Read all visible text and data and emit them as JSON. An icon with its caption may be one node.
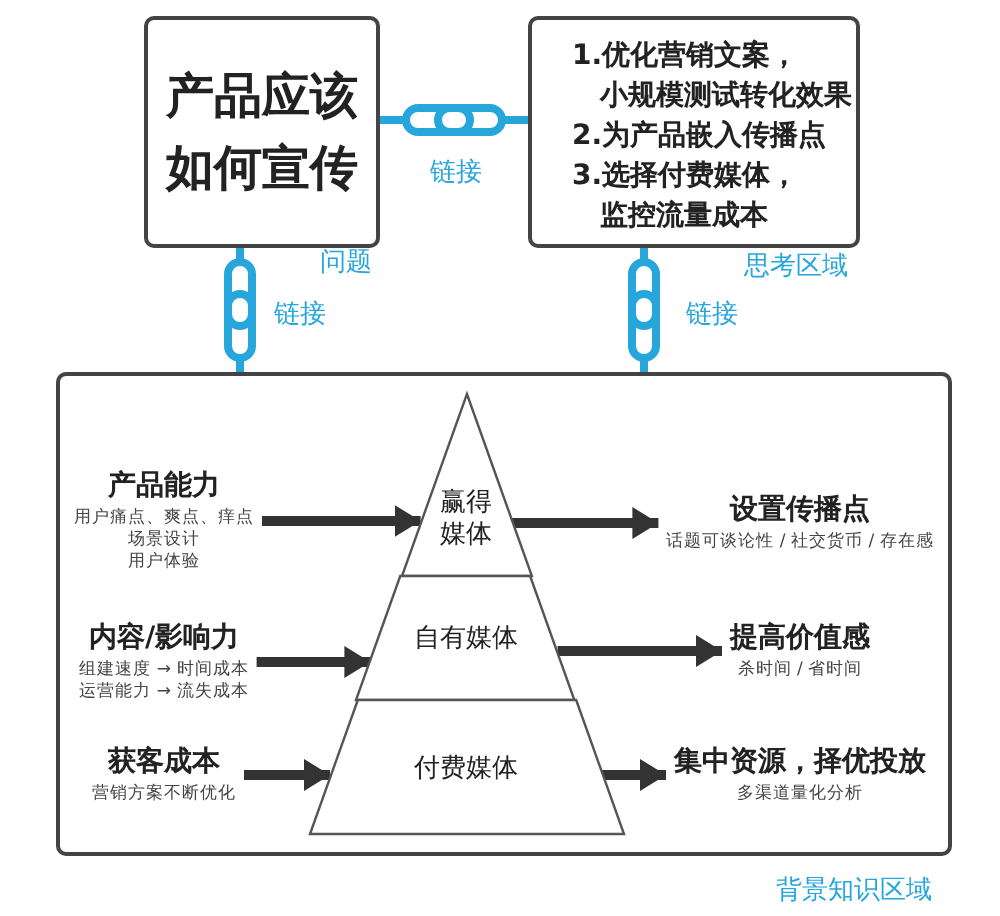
{
  "diagram": {
    "nodes": [
      {
        "text": [
          "产品应该如何宣传"
        ],
        "beside": [
          "问题"
        ]
      },
      {
        "text": [
          "1.优化营销文案，小规模测试转化效果",
          "2.为产品嵌入传播点",
          "3.选择付费媒体，监控流量成本"
        ],
        "beside": [
          "思考区域"
        ]
      },
      {
        "text": [],
        "shape": "box",
        "beside": [
          "背景知识区域"
        ]
      },
      {
        "text": [
          "产品能力",
          "用户痛点、爽点、痒点",
          "场景设计",
          "用户体验"
        ],
        "in": 2
      },
      {
        "text": [
          "内容/影响力",
          "组建速度 → 时间成本",
          "运营能力 → 流失成本"
        ],
        "in": 2
      },
      {
        "text": [
          "获客成本",
          "营销方案不断优化"
        ],
        "in": 2
      },
      {
        "text": [
          "赢得媒体"
        ],
        "in": 2
      },
      {
        "text": [
          "自有媒体"
        ],
        "in": 2
      },
      {
        "text": [
          "付费媒体"
        ],
        "in": 2
      },
      {
        "text": [
          "设置传播点",
          "话题可谈论性 / 社交货币 / 存在感"
        ],
        "in": 2
      },
      {
        "text": [
          "提高价值感",
          "杀时间 / 省时间"
        ],
        "in": 2
      },
      {
        "text": [
          "集中资源，择优投放",
          "多渠道量化分析"
        ],
        "in": 2
      }
    ],
    "edges": [
      {
        "from": 0,
        "to": 1,
        "arrow": "none",
        "label": "链接",
        "color": "#27a6dc"
      },
      {
        "from": 0,
        "to": 2,
        "arrow": "none",
        "label": "链接",
        "color": "#27a6dc"
      },
      {
        "from": 1,
        "to": 2,
        "arrow": "none",
        "label": "链接",
        "color": "#27a6dc"
      },
      {
        "from": 3,
        "to": 6,
        "arrow": "to"
      },
      {
        "from": 4,
        "to": 7,
        "arrow": "to"
      },
      {
        "from": 5,
        "to": 8,
        "arrow": "to"
      },
      {
        "from": 6,
        "to": 9,
        "arrow": "to"
      },
      {
        "from": 7,
        "to": 10,
        "arrow": "to"
      },
      {
        "from": 8,
        "to": 11,
        "arrow": "to"
      }
    ]
  }
}
